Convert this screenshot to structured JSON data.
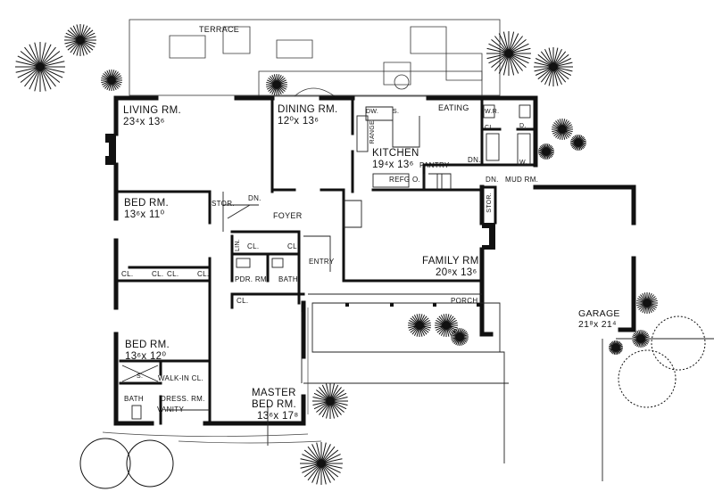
{
  "rooms": {
    "terrace": {
      "name": "TERRACE"
    },
    "living": {
      "name": "LIVING RM.",
      "size": "23⁴x 13⁶"
    },
    "dining": {
      "name": "DINING RM.",
      "size": "12⁰x 13⁶"
    },
    "kitchen": {
      "name": "KITCHEN",
      "size": "19⁴x 13⁶"
    },
    "eating": {
      "name": "EATING"
    },
    "range": {
      "name": "RANGE"
    },
    "dw": {
      "name": "DW."
    },
    "sink": {
      "name": "S."
    },
    "refg": {
      "name": "REFG O."
    },
    "pantry": {
      "name": "PANTRY"
    },
    "wr": {
      "name": "W.R."
    },
    "cl_mud": {
      "name": "CL."
    },
    "dryer": {
      "name": "D."
    },
    "washer": {
      "name": "W."
    },
    "dn1": {
      "name": "DN."
    },
    "dn2": {
      "name": "DN."
    },
    "dn3": {
      "name": "DN."
    },
    "mud": {
      "name": "MUD RM."
    },
    "stor_kitchen": {
      "name": "STOR."
    },
    "family": {
      "name": "FAMILY RM.",
      "size": "20⁸x 13⁶"
    },
    "porch": {
      "name": "PORCH"
    },
    "garage": {
      "name": "GARAGE",
      "size": "21⁸x 21⁴"
    },
    "bed1": {
      "name": "BED RM.",
      "size": "13⁶x 11⁰"
    },
    "stor_hall": {
      "name": "STOR."
    },
    "foyer": {
      "name": "FOYER"
    },
    "lin": {
      "name": "LIN."
    },
    "cl_hall1": {
      "name": "CL."
    },
    "cl_hall2": {
      "name": "CL."
    },
    "entry": {
      "name": "ENTRY"
    },
    "pdr": {
      "name": "PDR. RM."
    },
    "bath_hall": {
      "name": "BATH"
    },
    "cl_a": {
      "name": "CL."
    },
    "cl_b": {
      "name": "CL."
    },
    "cl_c": {
      "name": "CL."
    },
    "cl_d": {
      "name": "CL."
    },
    "cl_master": {
      "name": "CL."
    },
    "bed2": {
      "name": "BED RM.",
      "size": "13⁶x 12⁰"
    },
    "shower": {
      "name": "S."
    },
    "walkin": {
      "name": "WALK-IN CL."
    },
    "bath_master": {
      "name": "BATH"
    },
    "dress": {
      "name": "DRESS. RM."
    },
    "vanity": {
      "name": "VANITY"
    },
    "master": {
      "name": "MASTER",
      "name2": "BED RM.",
      "size": "13⁶x 17⁸"
    }
  },
  "colors": {
    "ink": "#111111",
    "paper": "#ffffff"
  }
}
